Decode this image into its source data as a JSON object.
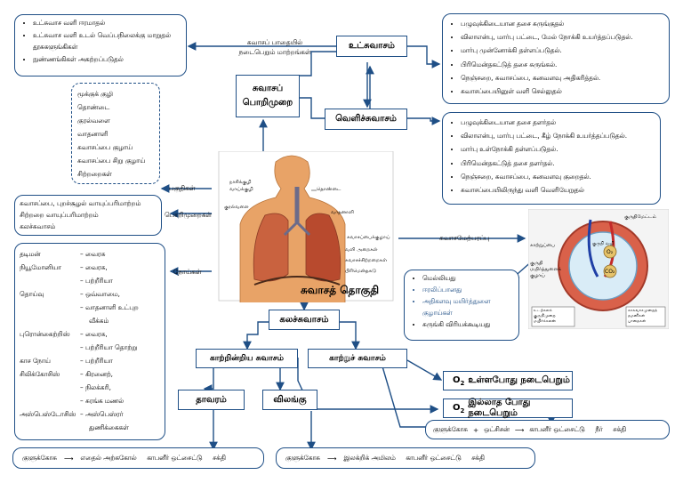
{
  "inhale": {
    "label": "உட்சுவாசம்",
    "steps": [
      "பழுவுக்கிடையான தசை சுருங்குதல்",
      "விலாஎன்பு, மார்பு பட்டை, மேல் நோக்கி உயர்த்தப்படுதல்.",
      "மார்பு முன்னோக்கி தள்ளப்படுதல்.",
      "பிரிமென்தகட்டுத் தசை சுருங்கல்.",
      "நெஞ்சறை, சுவாசப்பை, கனவளவு அதிகரித்தல்.",
      "சுவாசப்பையினுள் வளி செல்லுதல்"
    ]
  },
  "exhale": {
    "label": "வெளிச்சுவாசம்",
    "steps": [
      "பழுவுக்கிடையான தசை தளர்தல்",
      "விலாஎன்பு, மார்பு பட்டை, கீழ் நோக்கி உயர்த்தப்படுதல்.",
      "மார்பு உள்நோக்கி தள்ளப்படுதல்.",
      "பிரிமென்தகட்டுத் தசை தளர்தல்.",
      "நெஞ்சறை, சுவாசப்பை, கனவளவு குறைதல்.",
      "சுவாசப்பையிலிருந்து வளி வெளியேறுதல்"
    ]
  },
  "pathway": {
    "label_line1": "சுவாசப் பாதையில்",
    "label_line2": "நடைபெறும் மாற்றங்கள்",
    "items": [
      "உட்சுவாச வளி ஈரமாதல்",
      "உட்சுவாச வளி உடல் வெப்பநிலைக்கு மாறுதல் தூசுகளுங்கிகள்",
      "நுண்ணங்கிகள் அகற்றப்படுதல்"
    ]
  },
  "mechanism": {
    "line1": "சுவாசப்",
    "line2": "பொறிமுறை"
  },
  "parts": {
    "label": "பகுதிகள்",
    "items": [
      "மூக்குக் குழி",
      "தொண்டை",
      "குரல்வளை",
      "வாதனாளி",
      "சுவாசப்பை குழாய்",
      "சுவாசப்பை சிறு குழாய்",
      "சிற்றறைகள்"
    ]
  },
  "mechanisms_box": {
    "label": "பொறிமுறைகள்",
    "lines": [
      "சுவாசப்பை, புறச்சூழல் வாயுப்பரிமாற்றம்",
      "சிற்றறை வாயுப்பரிமாற்றம்",
      "கலச்சுவாசம்"
    ]
  },
  "diseases": {
    "label": "நோய்கள்",
    "rows": [
      [
        "தடிமன்",
        "– வைரசு"
      ],
      [
        "நியூமோனியா",
        "– வைரசு,"
      ],
      [
        "",
        "– பற்றீரியா"
      ],
      [
        "தொய்வு",
        "– ஒவ்வாமை,"
      ],
      [
        "",
        "– வாதனாளி உட்புற"
      ],
      [
        "",
        "வீக்கம்"
      ],
      [
        "புரொன்கைற்றிஸ்",
        "– வைரசு,"
      ],
      [
        "",
        "– பற்றீரியா தொற்று"
      ],
      [
        "காச நோய்",
        "– பற்றீரியா"
      ],
      [
        "சிலிக்கோசிஸ்",
        "– கிரனைற்,"
      ],
      [
        "",
        "– நிலக்கரி,"
      ],
      [
        "",
        "– சுரங்க மணல்"
      ],
      [
        "அஸ்பெஸ்டோசிஸ்",
        "– அஸ்பெஸ்ரர்"
      ],
      [
        "",
        "துணிக்கைகள்"
      ]
    ]
  },
  "diagram": {
    "title": "சுவாசத் தொகுதி",
    "labels": [
      "நாசிக்குழி",
      "வாய்க்குழி",
      "குரல்வளை",
      "தொண்டை",
      "வாதனாளி",
      "சுவாசப்பைக்குழாய்",
      "வளி அறைகள்",
      "சுவாசச்சிற்றறைகள்",
      "பிரிமென்தகடு"
    ]
  },
  "gas_exchange": {
    "label": "சுவாசமேற்பரப்பு",
    "labels": [
      "குருதிமேட்டம்",
      "காற்றுப்பை",
      "குருதி மயிர்த்துளைக் குழாய்",
      "O₂",
      "CO₂",
      "குருதி வழி",
      "உடற்கலக் குருதிமுறை மயிர்க்கலன்",
      "காசுவாசமுறைத் தமனிகள் பாதைகள்"
    ]
  },
  "surface": {
    "items": [
      "மெல்லியது",
      "ஈரலிப்பானது",
      "அதிகளவு மயிர்த்துளை குழாய்கள்",
      "சுருங்கி விரியக்கூடியது"
    ]
  },
  "cellular": {
    "label": "கலச்சுவாசம்"
  },
  "anaerobic": {
    "label": "காற்றின்றிய சுவாசம்"
  },
  "aerobic": {
    "label": "காற்றுச் சுவாசம்"
  },
  "plant": {
    "label": "தாவரம்"
  },
  "animal": {
    "label": "விலங்கு"
  },
  "with_o2": {
    "prefix": "O",
    "sub": "2",
    "text": "உள்ளபோது நடைபெறும்"
  },
  "without_o2": {
    "prefix": "O",
    "sub": "2",
    "text": "இல்லாத போது நடைபெறும்"
  },
  "eq_aerobic": {
    "left": "குளுக்கோசு",
    "mid": "ஒட்சிசன்",
    "right": "காபனீர் ஒட்சைட்டு     நீர்     சக்தி"
  },
  "eq_plant": {
    "left": "குளுக்கோசு",
    "right": "எதைல் அற்ககோல்     காபனீர் ஒட்சைட்டு     சக்தி"
  },
  "eq_animal": {
    "left": "குளுக்கோசு",
    "right": "இலக்றிக் அமிலம்     காபனீர் ஒட்சைட்டு     சக்தி"
  },
  "colors": {
    "border": "#1f4f86",
    "arrow": "#1f4f86",
    "skin": "#e8a367",
    "lung": "#c9623f"
  }
}
